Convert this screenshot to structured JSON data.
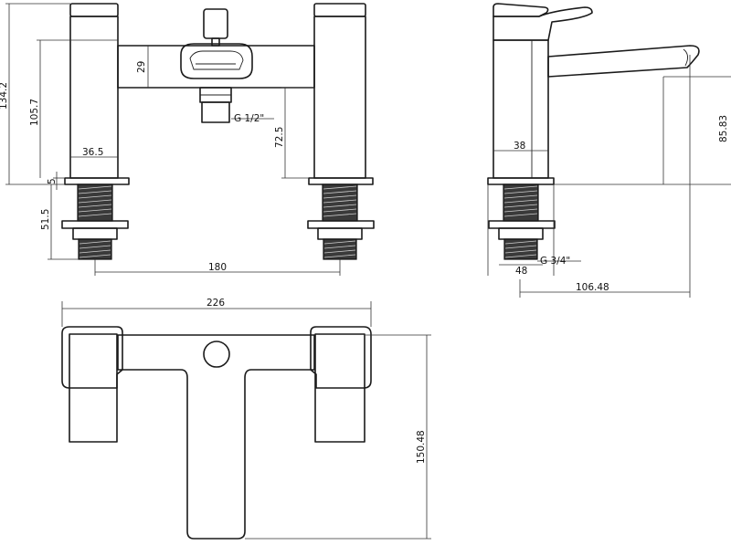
{
  "front_view": {
    "dim_height_total": "134.2",
    "dim_height_body": "105.7",
    "dim_bridge_height": "29",
    "dim_spout_height": "72.5",
    "dim_handle_width": "36.5",
    "dim_flange": "5",
    "dim_shank": "51.5",
    "dim_centres": "180",
    "thread_label_diverter": "G 1/2\""
  },
  "side_view": {
    "dim_spout_height": "85.83",
    "dim_body_width": "38",
    "dim_base_width": "48",
    "dim_projection": "106.48",
    "thread_label_inlet": "G 3/4\""
  },
  "plan_view": {
    "dim_overall_width": "226",
    "dim_depth": "150.48"
  }
}
